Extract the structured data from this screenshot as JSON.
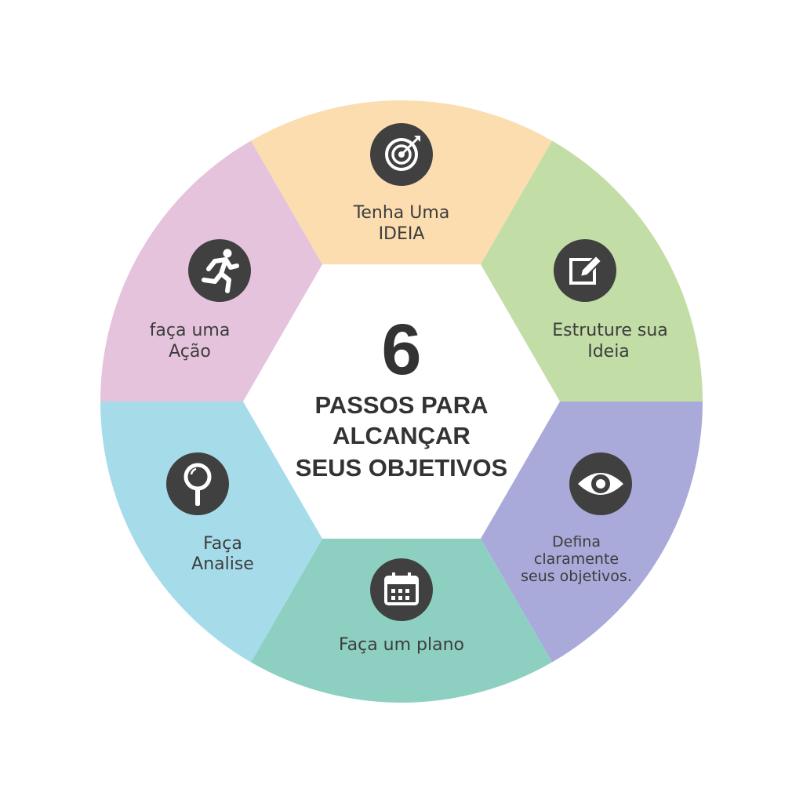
{
  "center": {
    "number": "6",
    "lines": [
      "PASSOS PARA",
      "ALCANÇAR",
      "SEUS OBJETIVOS"
    ]
  },
  "segments": [
    {
      "id": "ideia",
      "icon": "target-icon",
      "color": "#FBDDB0",
      "lines": [
        "Tenha Uma",
        "IDEIA"
      ]
    },
    {
      "id": "estruture",
      "icon": "edit-icon",
      "color": "#C3DDA6",
      "lines": [
        "Estruture sua",
        "Ideia"
      ]
    },
    {
      "id": "defina",
      "icon": "eye-icon",
      "color": "#A9AAD9",
      "lines": [
        "Defina",
        "claramente",
        "seus objetivos."
      ]
    },
    {
      "id": "plano",
      "icon": "calendar-icon",
      "color": "#8DD0C2",
      "lines": [
        "Faça um plano"
      ]
    },
    {
      "id": "analise",
      "icon": "magnifier-icon",
      "color": "#A6DCEA",
      "lines": [
        "Faça",
        "Analise"
      ]
    },
    {
      "id": "acao",
      "icon": "runner-icon",
      "color": "#E5C3DC",
      "lines": [
        "faça uma",
        "Ação"
      ]
    }
  ],
  "icon_color": "#404040"
}
